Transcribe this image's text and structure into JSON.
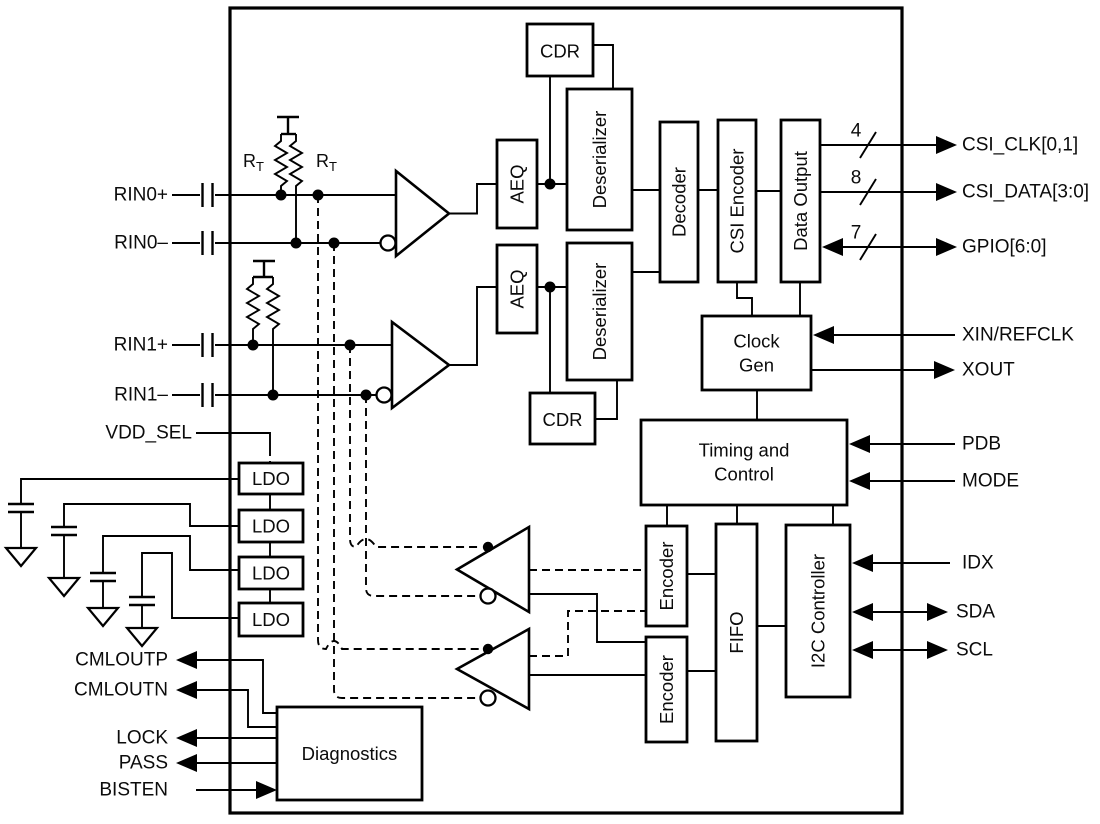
{
  "canvas": {
    "background": "#ffffff",
    "ink": "#000000"
  },
  "blocks": {
    "cdr_top": "CDR",
    "deserializer_top": "Deserializer",
    "aeq_top": "AEQ",
    "deserializer_bottom": "Deserializer",
    "aeq_bottom": "AEQ",
    "cdr_bottom": "CDR",
    "decoder": "Decoder",
    "csi_encoder": "CSI Encoder",
    "data_output": "Data Output",
    "clock_gen": [
      "Clock",
      "Gen"
    ],
    "timing_control": [
      "Timing and",
      "Control"
    ],
    "encoder_top": "Encoder",
    "encoder_bottom": "Encoder",
    "fifo": "FIFO",
    "i2c_controller": "I2C Controller",
    "diagnostics": "Diagnostics",
    "ldos": [
      "LDO",
      "LDO",
      "LDO",
      "LDO"
    ]
  },
  "pins": {
    "left": [
      {
        "label": "RIN0+",
        "arrow": "none"
      },
      {
        "label": "RIN0–",
        "arrow": "none"
      },
      {
        "label": "RIN1+",
        "arrow": "none"
      },
      {
        "label": "RIN1–",
        "arrow": "none"
      },
      {
        "label": "VDD_SEL",
        "arrow": "none"
      },
      {
        "label": "CMLOUTP",
        "arrow": "out"
      },
      {
        "label": "CMLOUTN",
        "arrow": "out"
      },
      {
        "label": "LOCK",
        "arrow": "out"
      },
      {
        "label": "PASS",
        "arrow": "out"
      },
      {
        "label": "BISTEN",
        "arrow": "in"
      }
    ],
    "right": [
      {
        "label": "CSI_CLK[0,1]",
        "bus_width": "4",
        "arrow": "out"
      },
      {
        "label": "CSI_DATA[3:0]",
        "bus_width": "8",
        "arrow": "out"
      },
      {
        "label": "GPIO[6:0]",
        "bus_width": "7",
        "arrow": "both"
      },
      {
        "label": "XIN/REFCLK",
        "arrow": "in"
      },
      {
        "label": "XOUT",
        "arrow": "out"
      },
      {
        "label": "PDB",
        "arrow": "in"
      },
      {
        "label": "MODE",
        "arrow": "in"
      },
      {
        "label": "IDX",
        "arrow": "in"
      },
      {
        "label": "SDA",
        "arrow": "both"
      },
      {
        "label": "SCL",
        "arrow": "both"
      }
    ]
  },
  "passives": {
    "rt_base": "R",
    "rt_sub": "T"
  }
}
